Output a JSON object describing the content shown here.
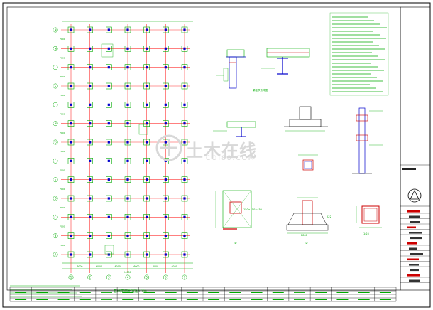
{
  "drawing": {
    "plan_title": "基础平面布置图",
    "plan_scale": "1:100",
    "total_width": "24000",
    "bay_widths": [
      "6000",
      "6000",
      "6000",
      "6000",
      "6000",
      "6000"
    ],
    "row_spacings": [
      "7000",
      "7000",
      "7000",
      "7000",
      "7000",
      "7000",
      "7000",
      "7000",
      "7000",
      "7000",
      "7000",
      "7000"
    ],
    "row_axes": [
      "N",
      "M",
      "L",
      "K",
      "J",
      "H",
      "G",
      "F",
      "E",
      "D",
      "C",
      "B",
      "A"
    ],
    "col_axes": [
      "1",
      "2",
      "3",
      "4",
      "5",
      "6",
      "7"
    ],
    "details": {
      "beam_column_label": "梁柱节点详图",
      "cap_label_1": "①",
      "cap_label_2": "②",
      "column_section": "150×150×450",
      "dim_a": "A22",
      "dim_b": "2800",
      "dim_c": "1:25"
    }
  },
  "watermark": {
    "text": "土木在线",
    "sub": "COI88.COM"
  },
  "colors": {
    "grid_line": "#ff3333",
    "axis": "#00aa00",
    "member": "#0000cc",
    "annotation": "#00aa00",
    "accent": "#cc0000",
    "frame": "#000000"
  }
}
